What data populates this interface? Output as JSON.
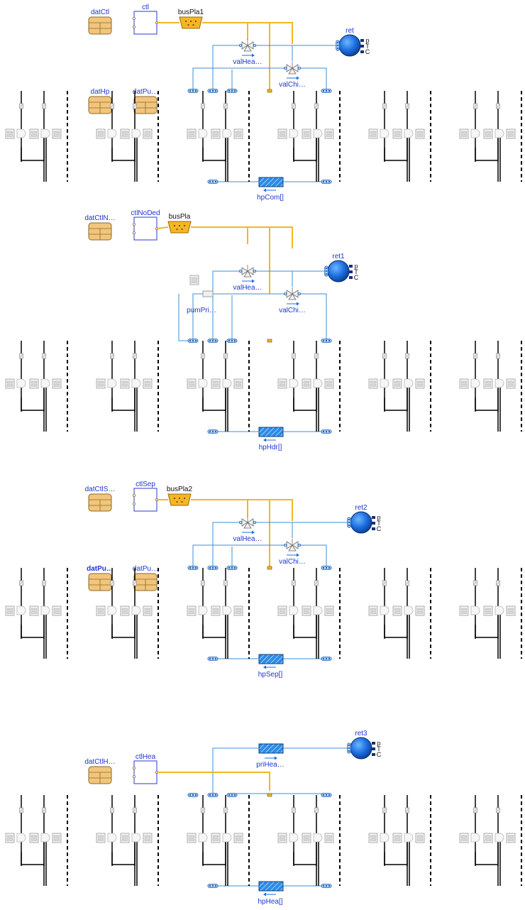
{
  "palette": {
    "label": "#1f35d1",
    "bus": "#f5b625",
    "fluid": "#3b8fd6",
    "wire": "#000000",
    "boundary": "#1a6fe0",
    "record": "#f2c57c"
  },
  "sections": [
    {
      "id": "com",
      "labels": {
        "dat_ctl": "datCtl",
        "ctl": "ctl",
        "bus": "busPla1",
        "val_hea": "valHea…",
        "val_chi": "valChi…",
        "ret": "ret",
        "hp": "hpCom[]",
        "dat_hp": "datHp",
        "dat_pum": "datPu…"
      }
    },
    {
      "id": "hdr",
      "labels": {
        "dat_ctl": "datCtlN…",
        "ctl": "ctlNoDed",
        "bus": "busPla",
        "val_hea": "valHea…",
        "val_chi": "valChi…",
        "ret": "ret1",
        "hp": "hpHdr[]",
        "pump": "pumPri…"
      }
    },
    {
      "id": "sep",
      "labels": {
        "dat_ctl": "datCtlS…",
        "ctl": "ctlSep",
        "bus": "busPla2",
        "val_hea": "valHea…",
        "val_chi": "valChi…",
        "ret": "ret2",
        "hp": "hpSep[]",
        "dat_pum_a": "datPu…",
        "dat_pum_b": "datPu…"
      }
    },
    {
      "id": "hea",
      "labels": {
        "dat_ctl": "datCtlH…",
        "ctl": "ctlHea",
        "ret": "ret3",
        "pri_hea": "priHea…",
        "hp": "hpHea[]"
      }
    }
  ],
  "boundary_ports": [
    "p",
    "T",
    "C"
  ]
}
